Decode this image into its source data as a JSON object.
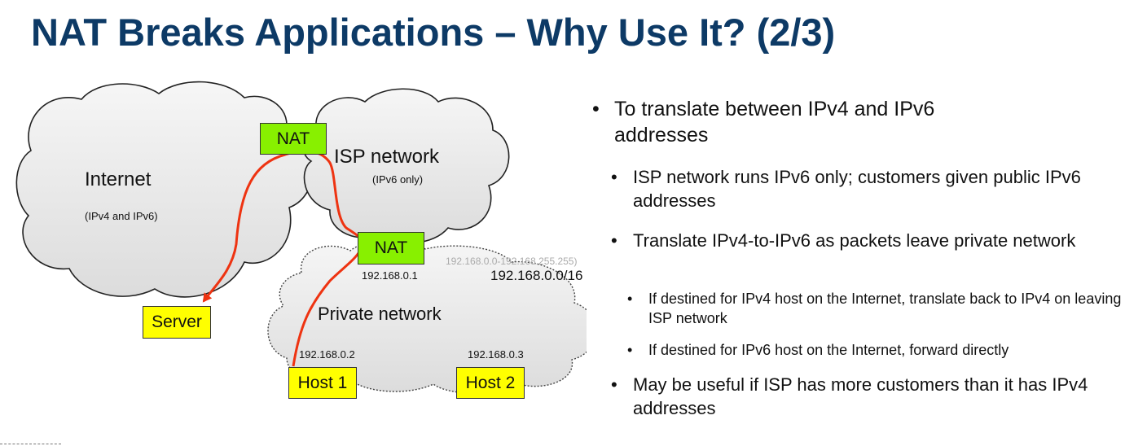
{
  "slide": {
    "title": "NAT Breaks Applications – Why Use It? (2/3)"
  },
  "diagram": {
    "internet": {
      "label": "Internet",
      "sublabel": "(IPv4 and IPv6)"
    },
    "isp": {
      "label": "ISP network",
      "sublabel": "(IPv6 only)"
    },
    "private": {
      "label": "Private network",
      "range": "192.168.0.0-192.168.255.255)",
      "subnet": "192.168.0.0/16"
    },
    "nat_top": "NAT",
    "nat_bottom": "NAT",
    "nat_bottom_ip": "192.168.0.1",
    "server": "Server",
    "host1": {
      "label": "Host 1",
      "ip": "192.168.0.2"
    },
    "host2": {
      "label": "Host 2",
      "ip": "192.168.0.3"
    },
    "colors": {
      "nat": "#88f000",
      "host": "#ffff00",
      "path": "#ee3311",
      "title": "#0d3a66"
    }
  },
  "bullets": {
    "b1": "To translate between IPv4 and IPv6 addresses",
    "b1a": "ISP network runs IPv6 only; customers given public IPv6 addresses",
    "b1b": "Translate IPv4-to-IPv6 as packets leave private network",
    "b1b1": "If destined for IPv4 host on the Internet, translate back to IPv4 on leaving ISP network",
    "b1b2": "If destined for IPv6 host on the Internet, forward directly",
    "b1c": "May be useful if ISP has more customers than it has IPv4 addresses"
  }
}
